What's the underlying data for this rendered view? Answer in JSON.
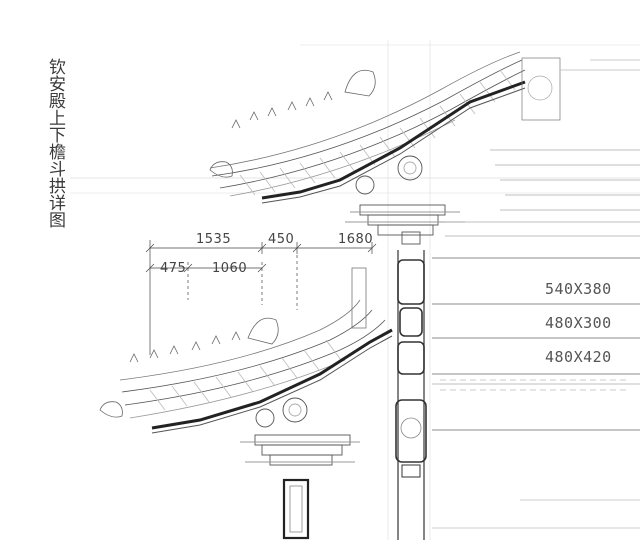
{
  "title": "钦安殿上下檐斗拱详图",
  "dimensions_top": [
    "1535",
    "450",
    "1680"
  ],
  "dimensions_bottom": [
    "475",
    "1060"
  ],
  "member_sizes": [
    "540X380",
    "480X300",
    "480X420"
  ]
}
